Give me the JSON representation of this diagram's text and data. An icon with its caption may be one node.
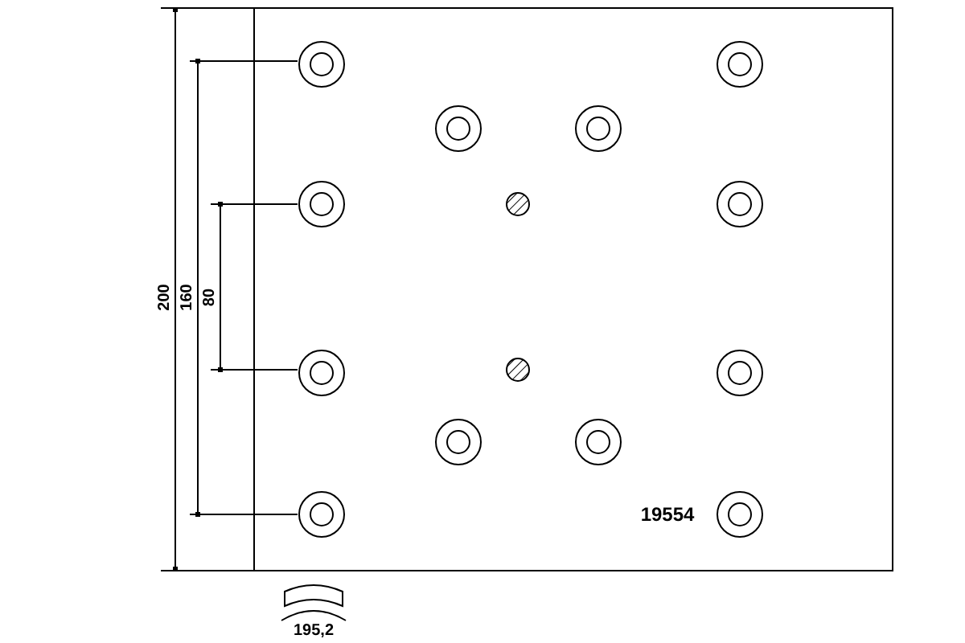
{
  "diagram": {
    "labels": [
      "200",
      "160",
      "80",
      "19554",
      "195,2"
    ]
  }
}
